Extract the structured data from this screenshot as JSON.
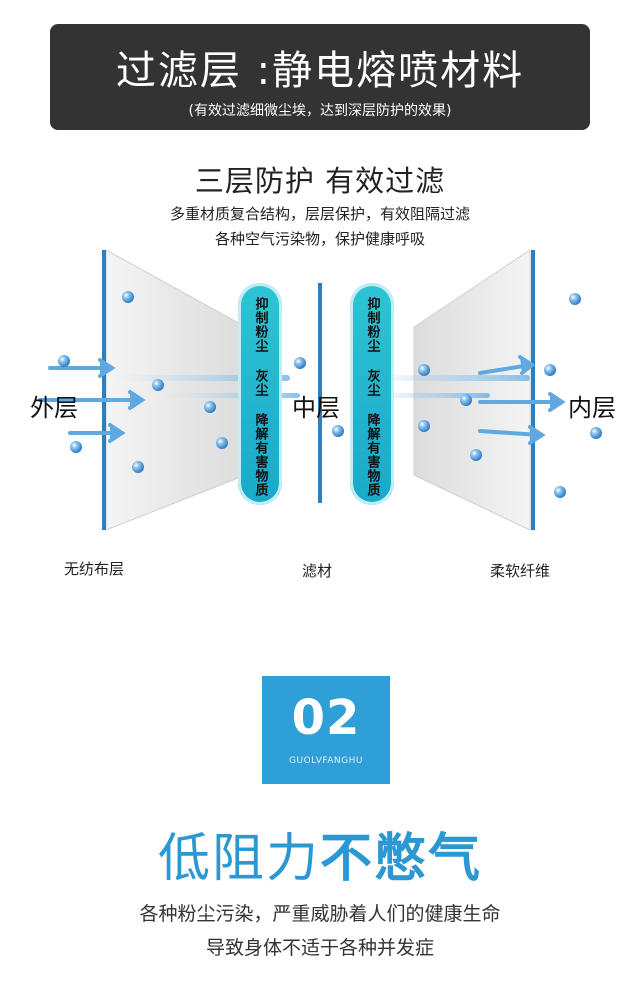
{
  "header": {
    "title": "过滤层 :静电熔喷材料",
    "subtitle": "(有效过滤细微尘埃，达到深层防护的效果)"
  },
  "section": {
    "title": "三层防护 有效过滤",
    "desc_line1": "多重材质复合结构，层层保护，有效阻隔过滤",
    "desc_line2": "各种空气污染物，保护健康呼吸"
  },
  "diagram": {
    "left_word": "外层",
    "middle_word": "中层",
    "right_word": "内层",
    "pill_left": "抑制粉尘 灰尘 降解有害物质",
    "pill_right": "抑制粉尘 灰尘 降解有害物质",
    "caption_left": "无纺布层",
    "caption_middle": "滤材",
    "caption_right": "柔软纤维",
    "colors": {
      "accent": "#2b97d3",
      "pill": "#1fb5cc",
      "panel": "#e9e9e9",
      "arrow": "#5fa8e0"
    }
  },
  "badge": {
    "number": "02",
    "label": "GUOLVFANGHU"
  },
  "section2": {
    "title_part1": "低阻力",
    "title_part2": "不憋气",
    "line1": "各种粉尘污染，严重威胁着人们的健康生命",
    "line2": "导致身体不适于各种并发症"
  }
}
